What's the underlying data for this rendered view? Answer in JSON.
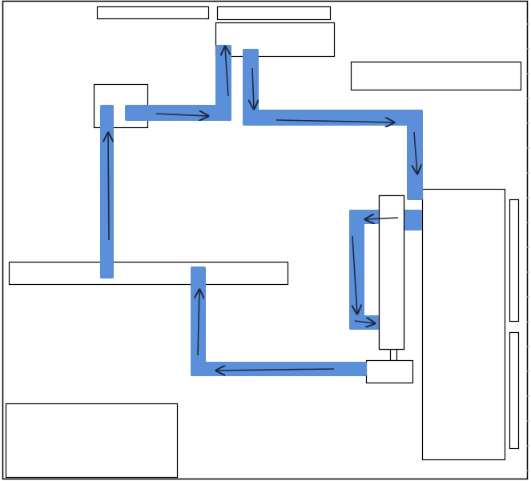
{
  "diagram": {
    "description_visible_text": "",
    "colors": {
      "background": "#ffffff",
      "outline": "#000000",
      "path": "#5b8fd9",
      "arrow": "#1f2a44",
      "tick": "#bfbfbf"
    },
    "boxes": [
      {
        "id": "top-label-left"
      },
      {
        "id": "top-label-right"
      },
      {
        "id": "top-center-block"
      },
      {
        "id": "top-right-block"
      },
      {
        "id": "left-upper-block"
      },
      {
        "id": "middle-horizontal-bar"
      },
      {
        "id": "bottom-left-block"
      },
      {
        "id": "right-large-block"
      },
      {
        "id": "right-narrow-upper"
      },
      {
        "id": "right-narrow-lower"
      },
      {
        "id": "vertical-column"
      },
      {
        "id": "column-connector"
      },
      {
        "id": "column-base"
      }
    ],
    "path_segments": [
      {
        "id": "seg-left-vertical"
      },
      {
        "id": "seg-top-left-horizontal"
      },
      {
        "id": "seg-up-to-top"
      },
      {
        "id": "seg-down-from-top"
      },
      {
        "id": "seg-top-right-horizontal"
      },
      {
        "id": "seg-right-vertical"
      },
      {
        "id": "seg-right-stub"
      },
      {
        "id": "seg-inner-top"
      },
      {
        "id": "seg-inner-vertical"
      },
      {
        "id": "seg-inner-bottom"
      },
      {
        "id": "seg-bottom-horizontal"
      },
      {
        "id": "seg-bottom-up"
      }
    ],
    "arrows": [
      {
        "id": "arrow-up-left"
      },
      {
        "id": "arrow-right-top-left"
      },
      {
        "id": "arrow-up-top"
      },
      {
        "id": "arrow-down-top"
      },
      {
        "id": "arrow-right-top"
      },
      {
        "id": "arrow-down-right"
      },
      {
        "id": "arrow-left-inner"
      },
      {
        "id": "arrow-down-inner"
      },
      {
        "id": "arrow-right-inner"
      },
      {
        "id": "arrow-left-bottom"
      },
      {
        "id": "arrow-up-bottom"
      }
    ]
  }
}
